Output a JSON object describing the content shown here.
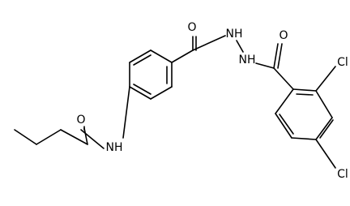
{
  "molecule": {
    "atom_labels": {
      "o_hydrazide": "O",
      "nh_hydrazide_1": "NH",
      "nh_hydrazide_2": "NH",
      "o_benzoyl": "O",
      "cl_ortho": "Cl",
      "cl_para": "Cl",
      "o_pentanamide": "O",
      "nh_amide": "NH"
    },
    "colors": {
      "bond": "#000000",
      "label": "#000000",
      "background": "#ffffff"
    }
  }
}
